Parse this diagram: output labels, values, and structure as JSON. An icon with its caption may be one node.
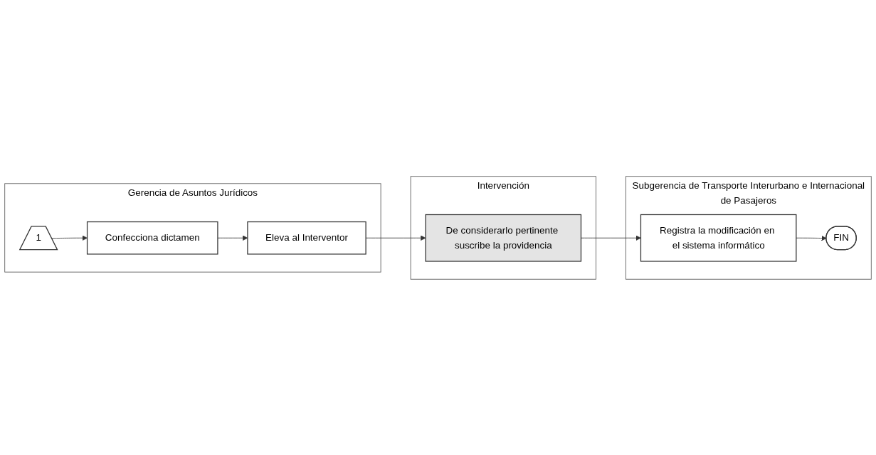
{
  "diagram": {
    "nodes": [
      {
        "text": [
          "Subgerencia de Transporte Interurbano e Internacional de Pasajeros"
        ]
      },
      {
        "text": [
          "Gerencia de Asuntos Jurídicos"
        ]
      },
      {
        "text": [
          "Intervención"
        ]
      },
      {
        "text": [
          "Registra la modificación en el sistema informático"
        ],
        "in": 0
      },
      {
        "text": [
          "FIN"
        ],
        "in": 0
      },
      {
        "text": [
          "1"
        ],
        "in": 1
      },
      {
        "text": [
          "Confecciona dictamen"
        ],
        "in": 1
      },
      {
        "text": [
          "Eleva al Interventor"
        ],
        "in": 1
      },
      {
        "text": [
          "De considerarlo pertinente suscribe la providencia"
        ],
        "in": 2
      }
    ],
    "edges": [
      {
        "from": 5,
        "to": 6,
        "arrow": "to"
      },
      {
        "from": 6,
        "to": 7,
        "arrow": "to"
      },
      {
        "from": 7,
        "to": 8,
        "arrow": "to"
      },
      {
        "from": 8,
        "to": 3,
        "arrow": "to"
      },
      {
        "from": 3,
        "to": 4,
        "arrow": "to"
      }
    ]
  }
}
